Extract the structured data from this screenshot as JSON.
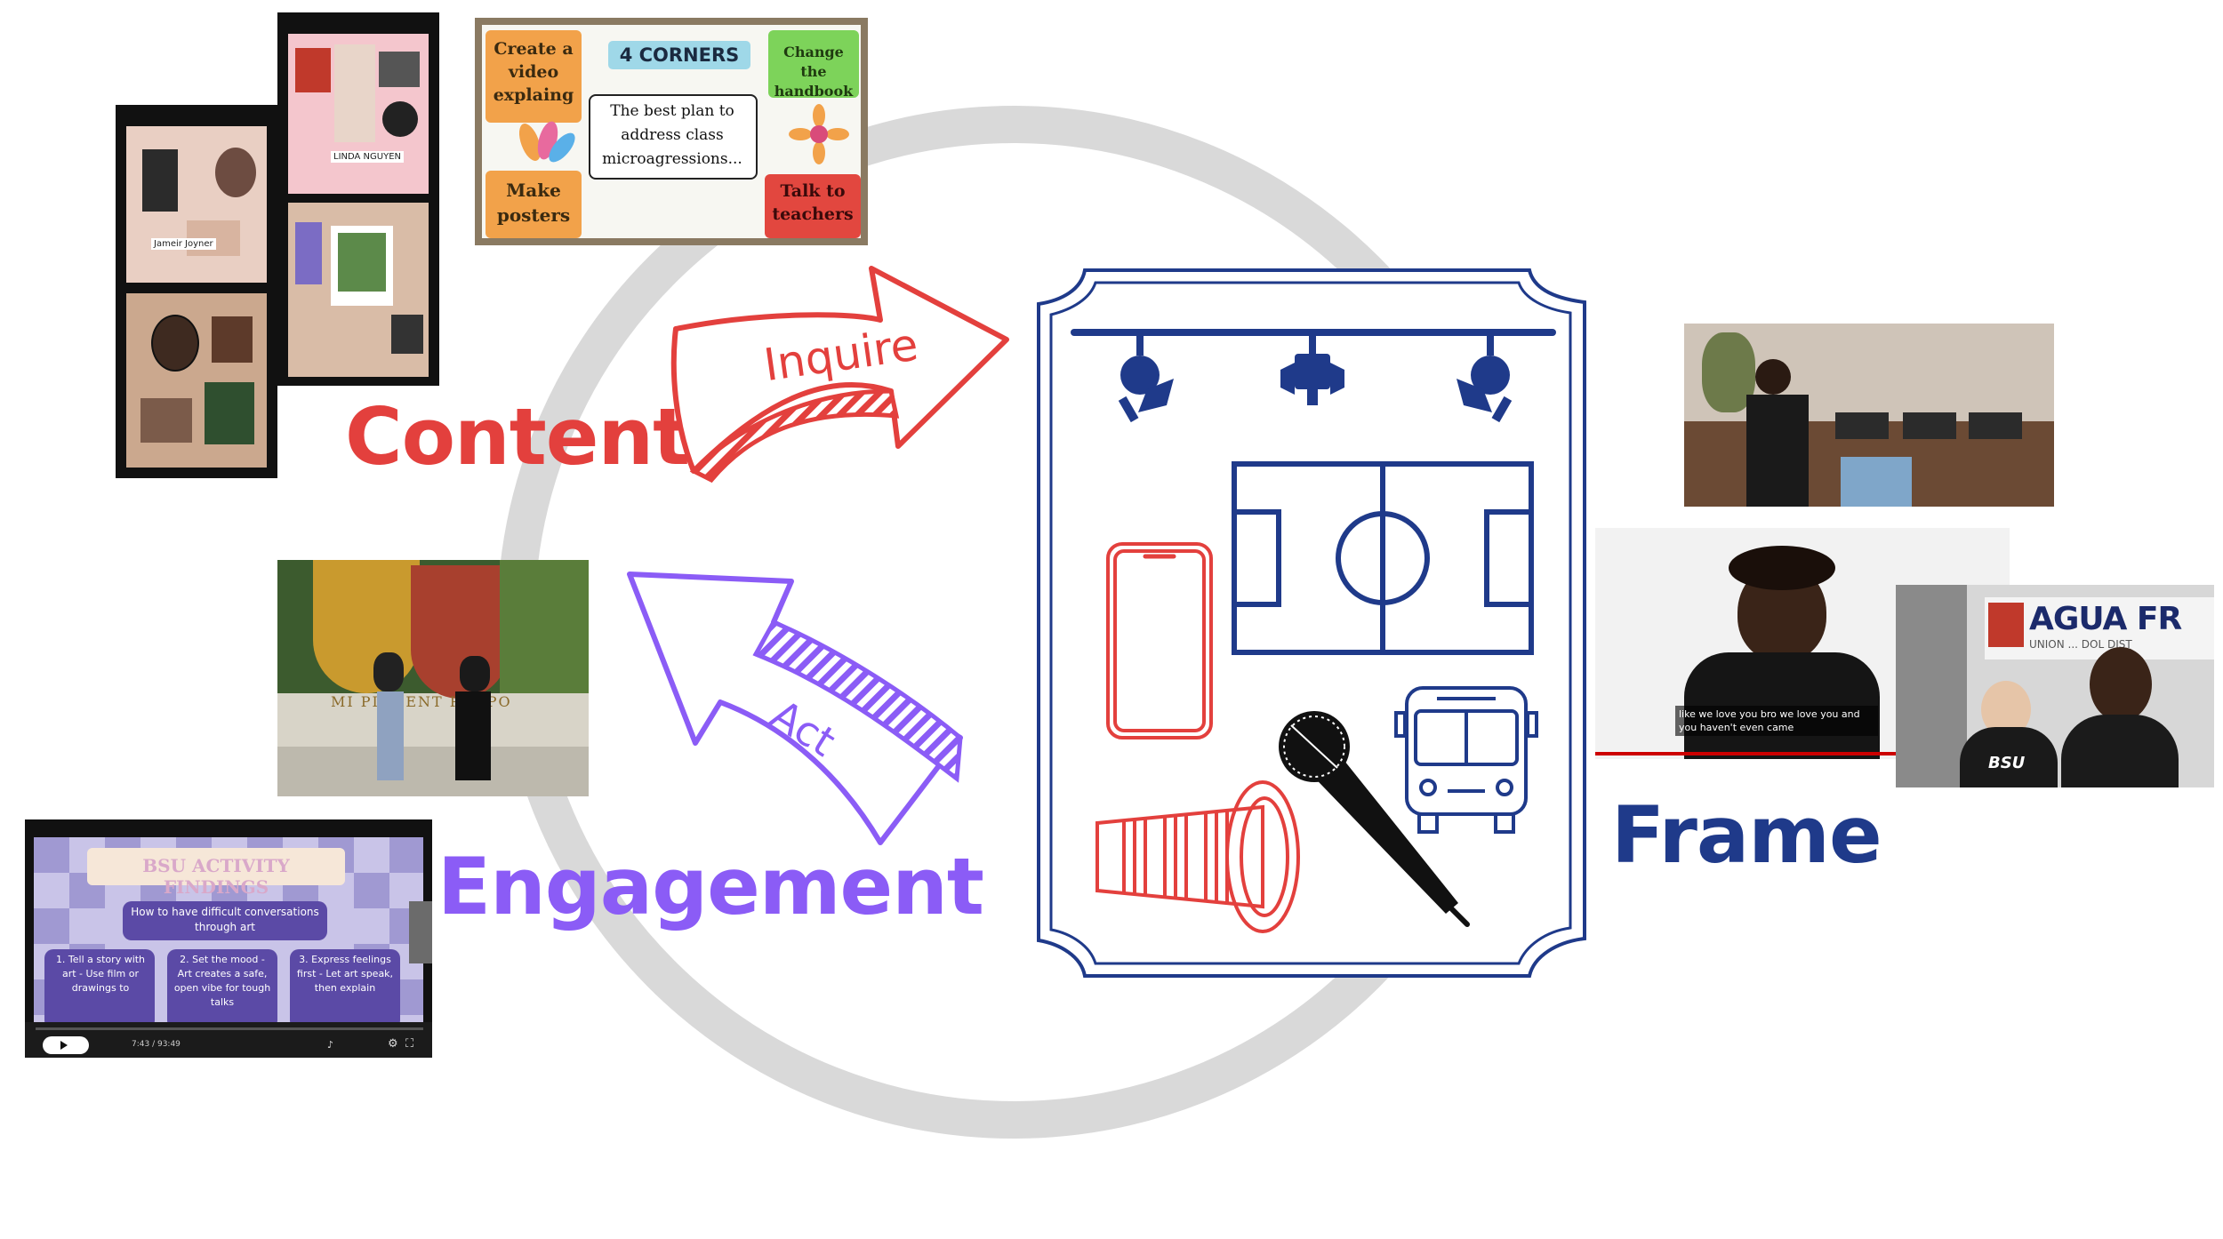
{
  "labels": {
    "content": "Content",
    "engagement": "Engagement",
    "frame": "Frame",
    "inquire": "Inquire",
    "act": "Act"
  },
  "colors": {
    "content": "#e3403d",
    "engagement": "#8b5cf6",
    "frame": "#1f3a8a",
    "ring": "#d9d9d9"
  },
  "whiteboard": {
    "title": "4 CORNERS",
    "center": "The best plan to address class microagressions...",
    "corner_tl": "Create a video explaing",
    "corner_tr": "Change the handbook",
    "corner_bl": "Make posters",
    "corner_br": "Talk to teachers"
  },
  "collage": {
    "name_1": "LINDA NGUYEN",
    "name_2": "Jameir Joyner"
  },
  "video": {
    "caption": "like we love you bro we love you and you haven't even came",
    "banner": "AGUA FR",
    "banner_sub": "UNION ... DOL DIST",
    "shirt": "BSU"
  },
  "slides": {
    "title": "BSU ACTIVITY FINDINGS",
    "subtitle": "How to have difficult conversations through art",
    "point_1": "1. Tell a story with art - Use film or drawings to",
    "point_2": "2. Set the mood - Art creates a safe, open vibe for tough talks",
    "point_3": "3. Express feelings first - Let art speak, then explain",
    "time": "7:43 / 93:49"
  },
  "mural": {
    "text": "MI  PIRI  ENT PURPO"
  }
}
